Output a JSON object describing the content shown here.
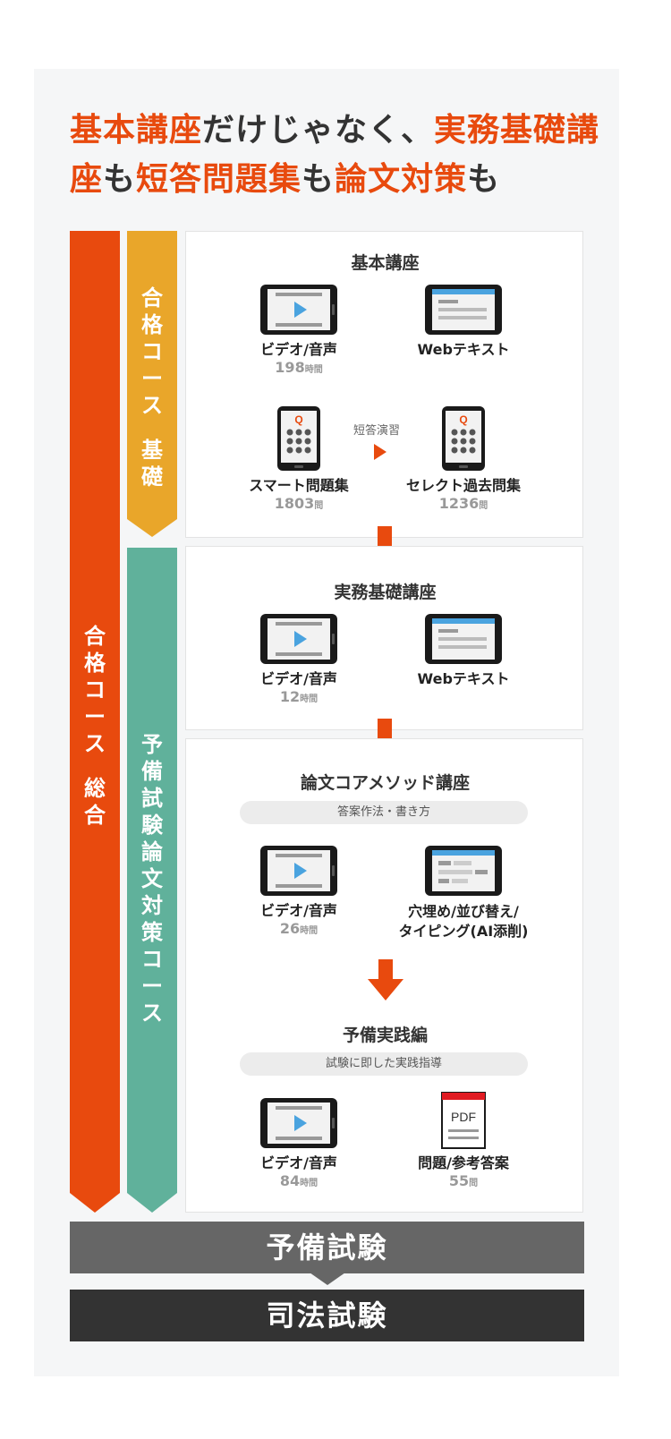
{
  "headline": {
    "p1": "基本講座",
    "p2": "だけじゃなく、",
    "p3": "実務基礎講座",
    "p4": "も",
    "p5": "短答問題集",
    "p6": "も",
    "p7": "論文対策",
    "p8": "も"
  },
  "bars": {
    "total": [
      "合",
      "格",
      "コ",
      "ー",
      "ス",
      "",
      "総",
      "合"
    ],
    "basic": [
      "合",
      "格",
      "コ",
      "ー",
      "ス",
      "",
      "基",
      "礎"
    ],
    "yobi": [
      "予",
      "備",
      "試",
      "験",
      "論",
      "文",
      "対",
      "策",
      "コ",
      "ー",
      "ス"
    ]
  },
  "box1": {
    "title": "基本講座",
    "video_label": "ビデオ/音声",
    "video_num": "198",
    "video_unit": "時間",
    "web_label": "Webテキスト",
    "smart_label": "スマート問題集",
    "smart_num": "1803",
    "smart_unit": "問",
    "practice_label": "短答演習",
    "select_label": "セレクト過去問集",
    "select_num": "1236",
    "select_unit": "問",
    "q_letter": "Q"
  },
  "box2": {
    "title": "実務基礎講座",
    "video_label": "ビデオ/音声",
    "video_num": "12",
    "video_unit": "時間",
    "web_label": "Webテキスト"
  },
  "box3": {
    "title": "論文コアメソッド講座",
    "pill": "答案作法・書き方",
    "video_label": "ビデオ/音声",
    "video_num": "26",
    "video_unit": "時間",
    "drill_label1": "穴埋め/並び替え/",
    "drill_label2": "タイピング(AI添削)",
    "title2": "予備実践編",
    "pill2": "試験に即した実践指導",
    "video2_label": "ビデオ/音声",
    "video2_num": "84",
    "video2_unit": "時間",
    "pdf_text": "PDF",
    "pdf_label": "問題/参考答案",
    "pdf_num": "55",
    "pdf_unit": "問"
  },
  "banners": {
    "yobi": "予備試験",
    "shiho": "司法試験"
  },
  "colors": {
    "accent": "#e84a0e",
    "basic": "#e9a62a",
    "yobi": "#60b19b",
    "play": "#4aa3df"
  }
}
